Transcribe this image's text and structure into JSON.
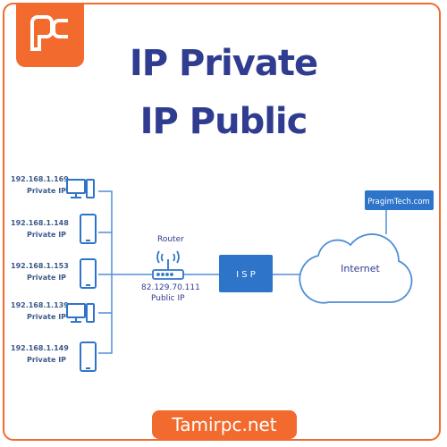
{
  "brand": {
    "footer_text": "Tamirpc.net",
    "logo_icon": "pc-logo-icon",
    "accent": "#f26a2e"
  },
  "headline": {
    "line1": "IP Private",
    "line2": "IP Public"
  },
  "devices": [
    {
      "ip": "192.168.1.169",
      "type": "Private IP",
      "icon": "desktop-icon"
    },
    {
      "ip": "192.168.1.148",
      "type": "Private IP",
      "icon": "phone-icon"
    },
    {
      "ip": "192.168.1.153",
      "type": "Private IP",
      "icon": "phone-icon"
    },
    {
      "ip": "192.168.1.139",
      "type": "Private IP",
      "icon": "desktop-icon"
    },
    {
      "ip": "192.168.1.149",
      "type": "Private IP",
      "icon": "phone-icon"
    }
  ],
  "router": {
    "label": "Router",
    "ip": "82.129.70.111",
    "type": "Public IP"
  },
  "isp": {
    "label": "I S P"
  },
  "internet": {
    "label": "Internet",
    "site": "PragimTech.com"
  },
  "colors": {
    "title": "#2f3c8f",
    "box": "#2e75c9",
    "line": "#4f8fd6"
  }
}
